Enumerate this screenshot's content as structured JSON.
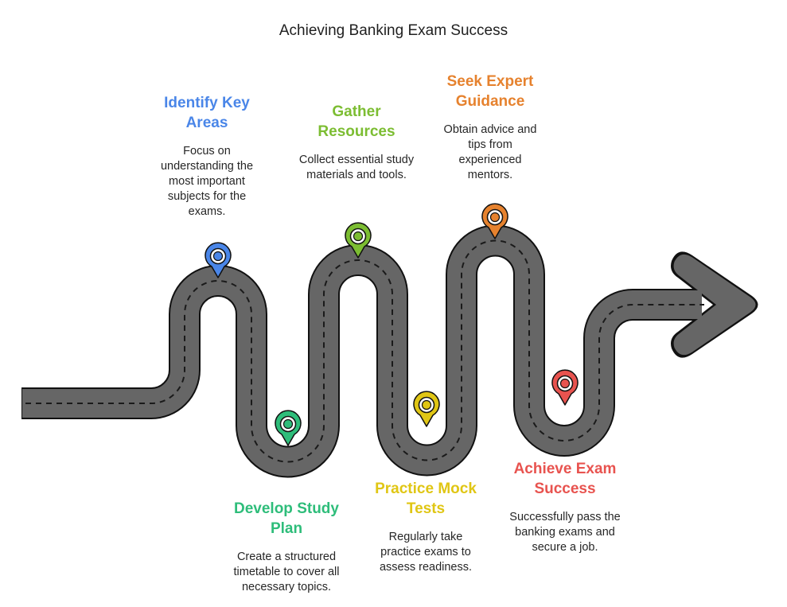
{
  "title": "Achieving Banking Exam Success",
  "colors": {
    "road": "#666666",
    "road_outline": "#111111",
    "identify": "#4a86e8",
    "develop": "#2ebd7a",
    "gather": "#7cbd32",
    "practice": "#e0c614",
    "seek": "#e6822e",
    "achieve": "#e8534f"
  },
  "steps": [
    {
      "id": "identify",
      "title": "Identify Key Areas",
      "description": "Focus on understanding the most important subjects for the exams.",
      "color": "#4a86e8",
      "marker": "location-pin-icon"
    },
    {
      "id": "develop",
      "title": "Develop Study Plan",
      "description": "Create a structured timetable to cover all necessary topics.",
      "color": "#2ebd7a",
      "marker": "location-pin-icon"
    },
    {
      "id": "gather",
      "title": "Gather Resources",
      "description": "Collect essential study materials and tools.",
      "color": "#7cbd32",
      "marker": "location-pin-icon"
    },
    {
      "id": "practice",
      "title": "Practice Mock Tests",
      "description": "Regularly take practice exams to assess readiness.",
      "color": "#e0c614",
      "marker": "location-pin-icon"
    },
    {
      "id": "seek",
      "title": "Seek Expert Guidance",
      "description": "Obtain advice and tips from experienced mentors.",
      "color": "#e6822e",
      "marker": "location-pin-icon"
    },
    {
      "id": "achieve",
      "title": "Achieve Exam Success",
      "description": "Successfully pass the banking exams and secure a job.",
      "color": "#e8534f",
      "marker": "location-pin-icon"
    }
  ]
}
